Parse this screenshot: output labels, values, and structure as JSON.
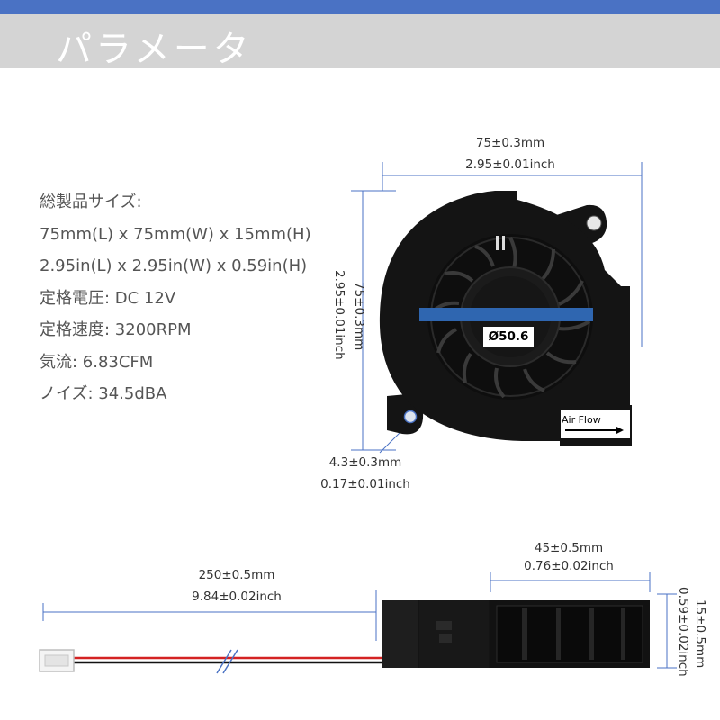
{
  "colors": {
    "accent_bar": "#4a72c4",
    "title_band": "#d4d4d4",
    "dimension_line": "#4a72c4",
    "fan_body": "#141414",
    "diameter_bar": "#2f66b0"
  },
  "header": {
    "title": "パラメータ"
  },
  "specs": [
    "総製品サイズ:",
    "75mm(L) x 75mm(W) x 15mm(H)",
    "2.95in(L) x 2.95in(W) x 0.59in(H)",
    "定格電圧: DC 12V",
    "定格速度: 3200RPM",
    "気流: 6.83CFM",
    "ノイズ: 34.5dBA"
  ],
  "top_view": {
    "width_mm": "75±0.3mm",
    "width_in": "2.95±0.01inch",
    "height_mm": "75±0.3mm",
    "height_in": "2.95±0.01inch",
    "diameter": "Ø50.6",
    "hole_mm": "4.3±0.3mm",
    "hole_in": "0.17±0.01inch",
    "airflow_label": "Air Flow"
  },
  "side_view": {
    "cable_mm": "250±0.5mm",
    "cable_in": "9.84±0.02inch",
    "outlet_mm": "45±0.5mm",
    "outlet_in": "0.76±0.02inch",
    "thickness_mm": "15±0.5mm",
    "thickness_in": "0.59±0.02inch"
  }
}
